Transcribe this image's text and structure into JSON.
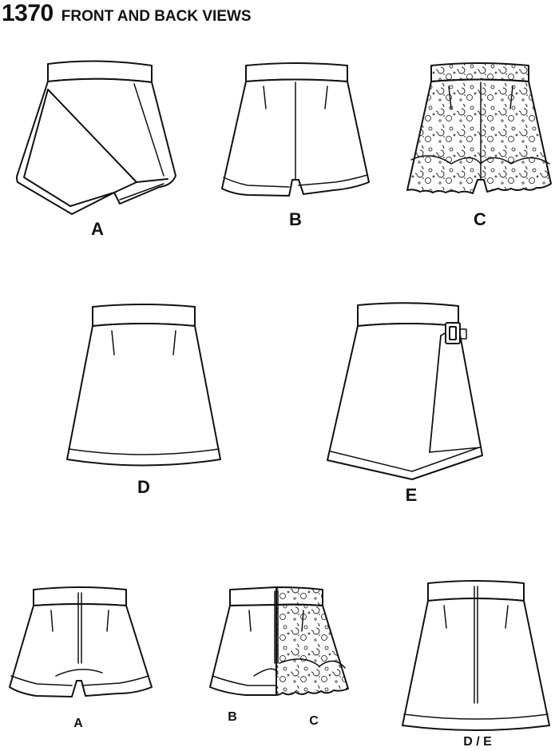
{
  "header": {
    "pattern_number": "1370",
    "title": "FRONT AND BACK VIEWS"
  },
  "views": {
    "front": [
      {
        "label": "A",
        "garment": "asymmetric-skort-front"
      },
      {
        "label": "B",
        "garment": "shorts-front"
      },
      {
        "label": "C",
        "garment": "lace-shorts-front"
      },
      {
        "label": "D",
        "garment": "a-line-skirt-front"
      },
      {
        "label": "E",
        "garment": "wrap-skirt-buckle-front"
      }
    ],
    "back": [
      {
        "label": "A",
        "garment": "shorts-back"
      },
      {
        "label": "B",
        "label2": "C",
        "garment": "shorts-lace-back"
      },
      {
        "label": "D / E",
        "garment": "skirt-back"
      }
    ]
  },
  "colors": {
    "line": "#111111",
    "fill": "#ffffff"
  }
}
